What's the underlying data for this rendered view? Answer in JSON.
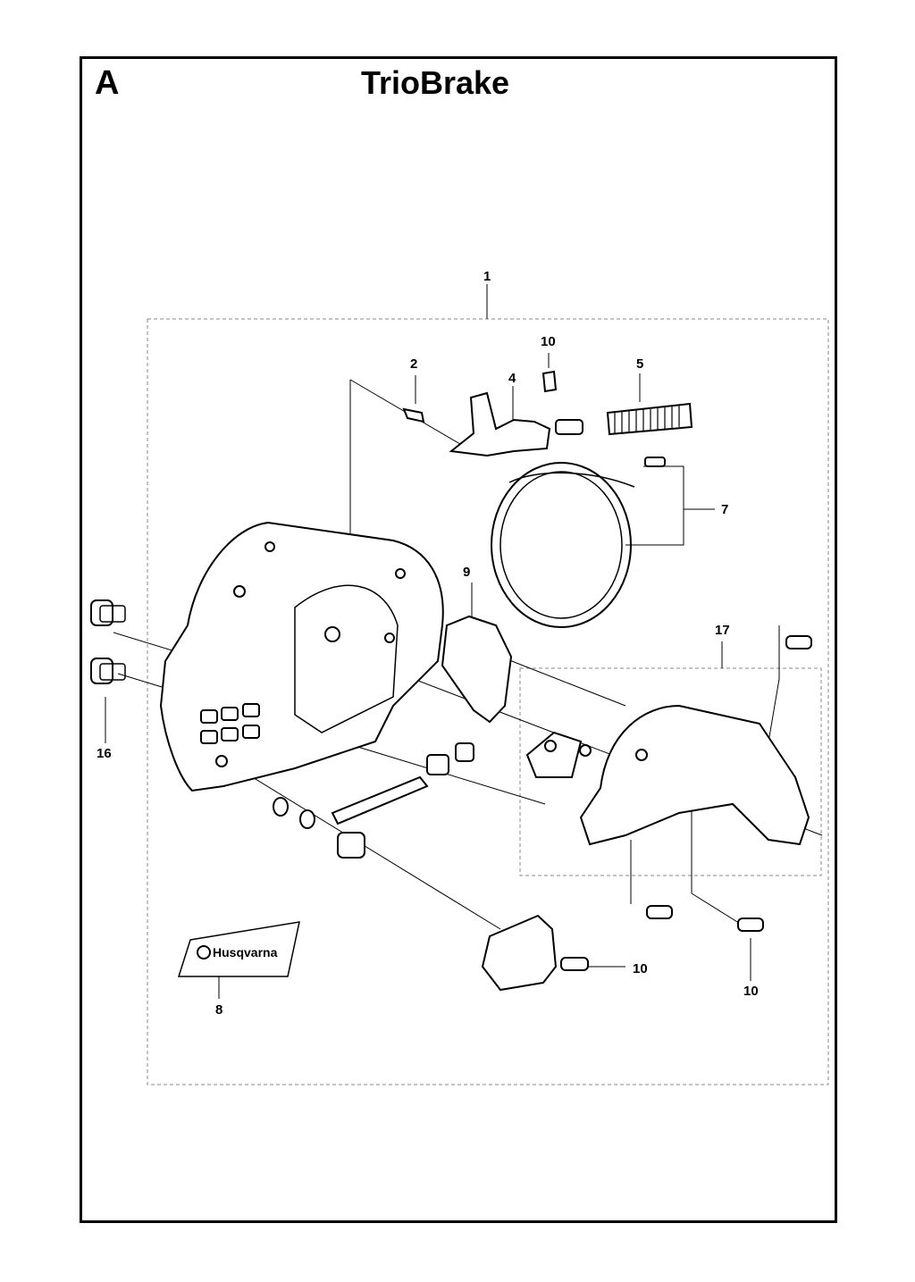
{
  "header": {
    "section_letter": "A",
    "title": "TrioBrake"
  },
  "callouts": {
    "c1": "1",
    "c2": "2",
    "c4": "4",
    "c5": "5",
    "c7": "7",
    "c8": "8",
    "c9": "9",
    "c10a": "10",
    "c10b": "10",
    "c10c": "10",
    "c16": "16",
    "c17": "17"
  },
  "decal": {
    "brand": "Husqvarna"
  }
}
